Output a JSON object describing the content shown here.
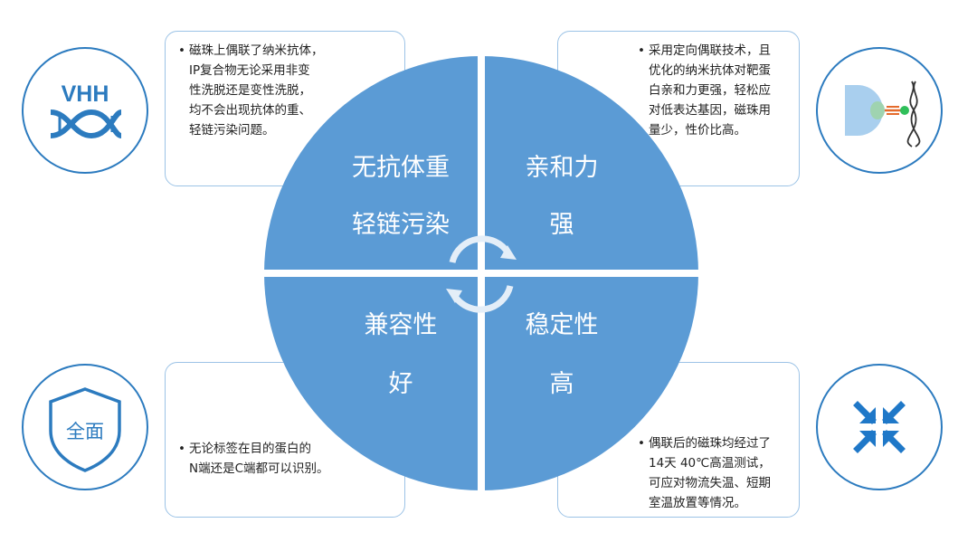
{
  "quadrants": {
    "tl": {
      "line1": "无抗体重",
      "line2": "轻链污染"
    },
    "tr": {
      "line1": "亲和力",
      "line2": "强"
    },
    "bl": {
      "line1": "兼容性",
      "line2": "好"
    },
    "br": {
      "line1": "稳定性",
      "line2": "高"
    }
  },
  "cards": {
    "tl": "磁珠上偶联了纳米抗体，\nIP复合物无论采用非变\n性洗脱还是变性洗脱，\n均不会出现抗体的重、\n轻链污染问题。",
    "tr": "采用定向偶联技术，且\n优化的纳米抗体对靶蛋\n白亲和力更强，轻松应\n对低表达基因，磁珠用\n量少，性价比高。",
    "bl": "无论标签在目的蛋白的\nN端还是C端都可以识别。",
    "br": "偶联后的磁珠均经过了\n14天 40℃高温测试，\n可应对物流失温、短期\n室温放置等情况。"
  },
  "icons": {
    "tl": {
      "name": "vhh-dna-icon",
      "label": "VHH"
    },
    "bl": {
      "name": "shield-icon",
      "label": "全面"
    },
    "tr": {
      "name": "bead-antibody-icon"
    },
    "br": {
      "name": "compress-arrows-icon"
    }
  },
  "colors": {
    "wheel": "#5b9bd5",
    "accent": "#2c7bbf",
    "card_border": "#9cc3e6",
    "bead": "#a9cfee",
    "green": "#9fd3b0"
  }
}
